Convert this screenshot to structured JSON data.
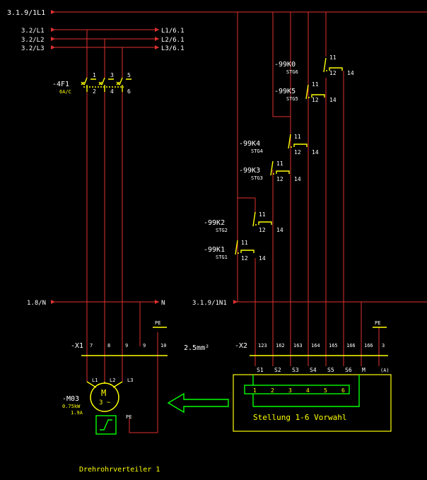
{
  "refs": {
    "l1_main": "3.1.9/1L1",
    "l1": "3.2/L1",
    "l2": "3.2/L2",
    "l3": "3.2/L3",
    "n": "1.8/N",
    "n1": "3.1.9/1N1",
    "out_l1": "L1/6.1",
    "out_l2": "L2/6.1",
    "out_l3": "L3/6.1",
    "out_n": "N"
  },
  "breaker": {
    "tag": "-4F1",
    "rating": "6A/C",
    "top_pins": [
      "1",
      "3",
      "5"
    ],
    "bottom_pins": [
      "2",
      "4",
      "6"
    ]
  },
  "contacts": [
    {
      "tag": "-99K0",
      "sub": "STG6",
      "p1": "11",
      "p2": "12",
      "p3": "14"
    },
    {
      "tag": "-99K5",
      "sub": "STG5",
      "p1": "11",
      "p2": "12",
      "p3": "14"
    },
    {
      "tag": "-99K4",
      "sub": "STG4",
      "p1": "11",
      "p2": "12",
      "p3": "14"
    },
    {
      "tag": "-99K3",
      "sub": "STG3",
      "p1": "11",
      "p2": "12",
      "p3": "14"
    },
    {
      "tag": "-99K2",
      "sub": "STG2",
      "p1": "11",
      "p2": "12",
      "p3": "14"
    },
    {
      "tag": "-99K1",
      "sub": "STG1",
      "p1": "11",
      "p2": "12",
      "p3": "14"
    }
  ],
  "terminal_x1": {
    "tag": "-X1",
    "terminals": [
      "7",
      "8",
      "9",
      "9",
      "10"
    ],
    "pe": "PE"
  },
  "terminal_x2": {
    "tag": "-X2",
    "terminals": [
      "123",
      "162",
      "163",
      "164",
      "165",
      "166",
      "166",
      "3"
    ],
    "pe": "PE"
  },
  "cable": "2.5mm²",
  "motor": {
    "tag": "-M03",
    "power": "0.75kW",
    "current": "1.9A",
    "symbol": "M",
    "phase": "3 ~",
    "pins": [
      "L1",
      "L2",
      "L3"
    ],
    "pe": "PE"
  },
  "selector": {
    "labels": [
      "S1",
      "S2",
      "S3",
      "S4",
      "S5",
      "S6",
      "M",
      "(A)"
    ],
    "positions": [
      "1",
      "2",
      "3",
      "4",
      "5",
      "6"
    ],
    "caption": "Stellung 1-6 Vorwahl"
  },
  "footer": "Drehrohrverteiler 1",
  "colors": {
    "wire": "#e03030",
    "symbol": "#ffff00",
    "device": "#00ff00",
    "text": "#ffffff"
  }
}
